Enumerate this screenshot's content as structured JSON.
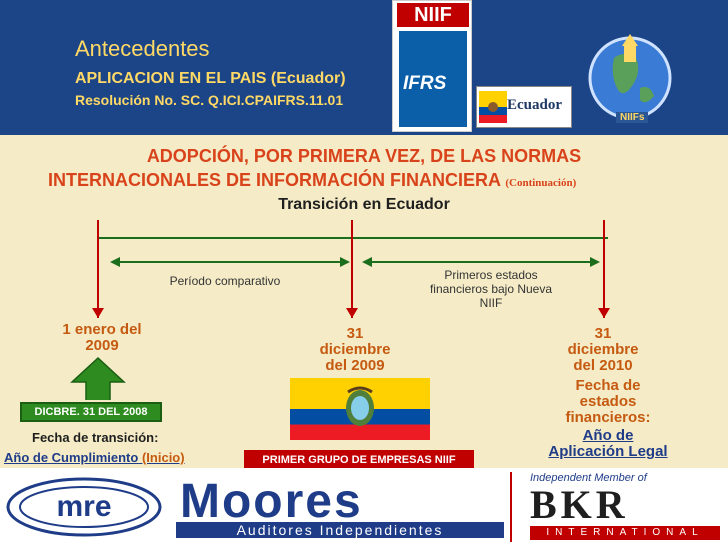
{
  "header": {
    "title": "Antecedentes",
    "subtitle1": "APLICACION EN EL PAIS (Ecuador)",
    "subtitle2": "Resolución No. SC. Q.ICI.CPAIFRS.11.01",
    "book_label": "NIIF",
    "book_cover_label": "IFRS",
    "ecuador_badge": "Ecuador",
    "globe_label": "NIIFs"
  },
  "title": {
    "line1": "ADOPCIÓN, POR PRIMERA VEZ, DE LAS NORMAS",
    "line2": "INTERNACIONALES DE INFORMACIÓN FINANCIERA",
    "continuation": "(Continuación)",
    "transition": "Transición en Ecuador"
  },
  "timeline": {
    "period_comparative": "Período comparativo",
    "first_statements": "Primeros estados financieros bajo Nueva  NIIF",
    "date1_line1": "1 enero del",
    "date1_line2": "2009",
    "date2_line1": "31",
    "date2_line2": "diciembre",
    "date2_line3": "del 2009",
    "date3_line1": "31",
    "date3_line2": "diciembre",
    "date3_line3": "del 2010",
    "fecha_line1": "Fecha de",
    "fecha_line2": "estados",
    "fecha_line3": "financieros:",
    "ano_line1": "Año de",
    "ano_line2": "Aplicación Legal"
  },
  "left": {
    "green_box": "DICBRE. 31 DEL 2008",
    "fecha_transicion": "Fecha de transición:",
    "ano_cumplimiento": "Año de Cumplimiento",
    "inicio": "(Inicio)"
  },
  "center": {
    "primer_grupo": "PRIMER GRUPO DE EMPRESAS NIIF"
  },
  "footer": {
    "mre": "mre",
    "moores": "Moores",
    "moores_sub": "Auditores Independientes",
    "bkr_top": "Independent Member of",
    "bkr_main": "BKR",
    "bkr_int": "INTERNATIONAL"
  },
  "colors": {
    "header_bg": "#1c4587",
    "accent": "#d9431b",
    "body_bg": "#f5ecc7",
    "timeline": "#1b6e1b"
  }
}
